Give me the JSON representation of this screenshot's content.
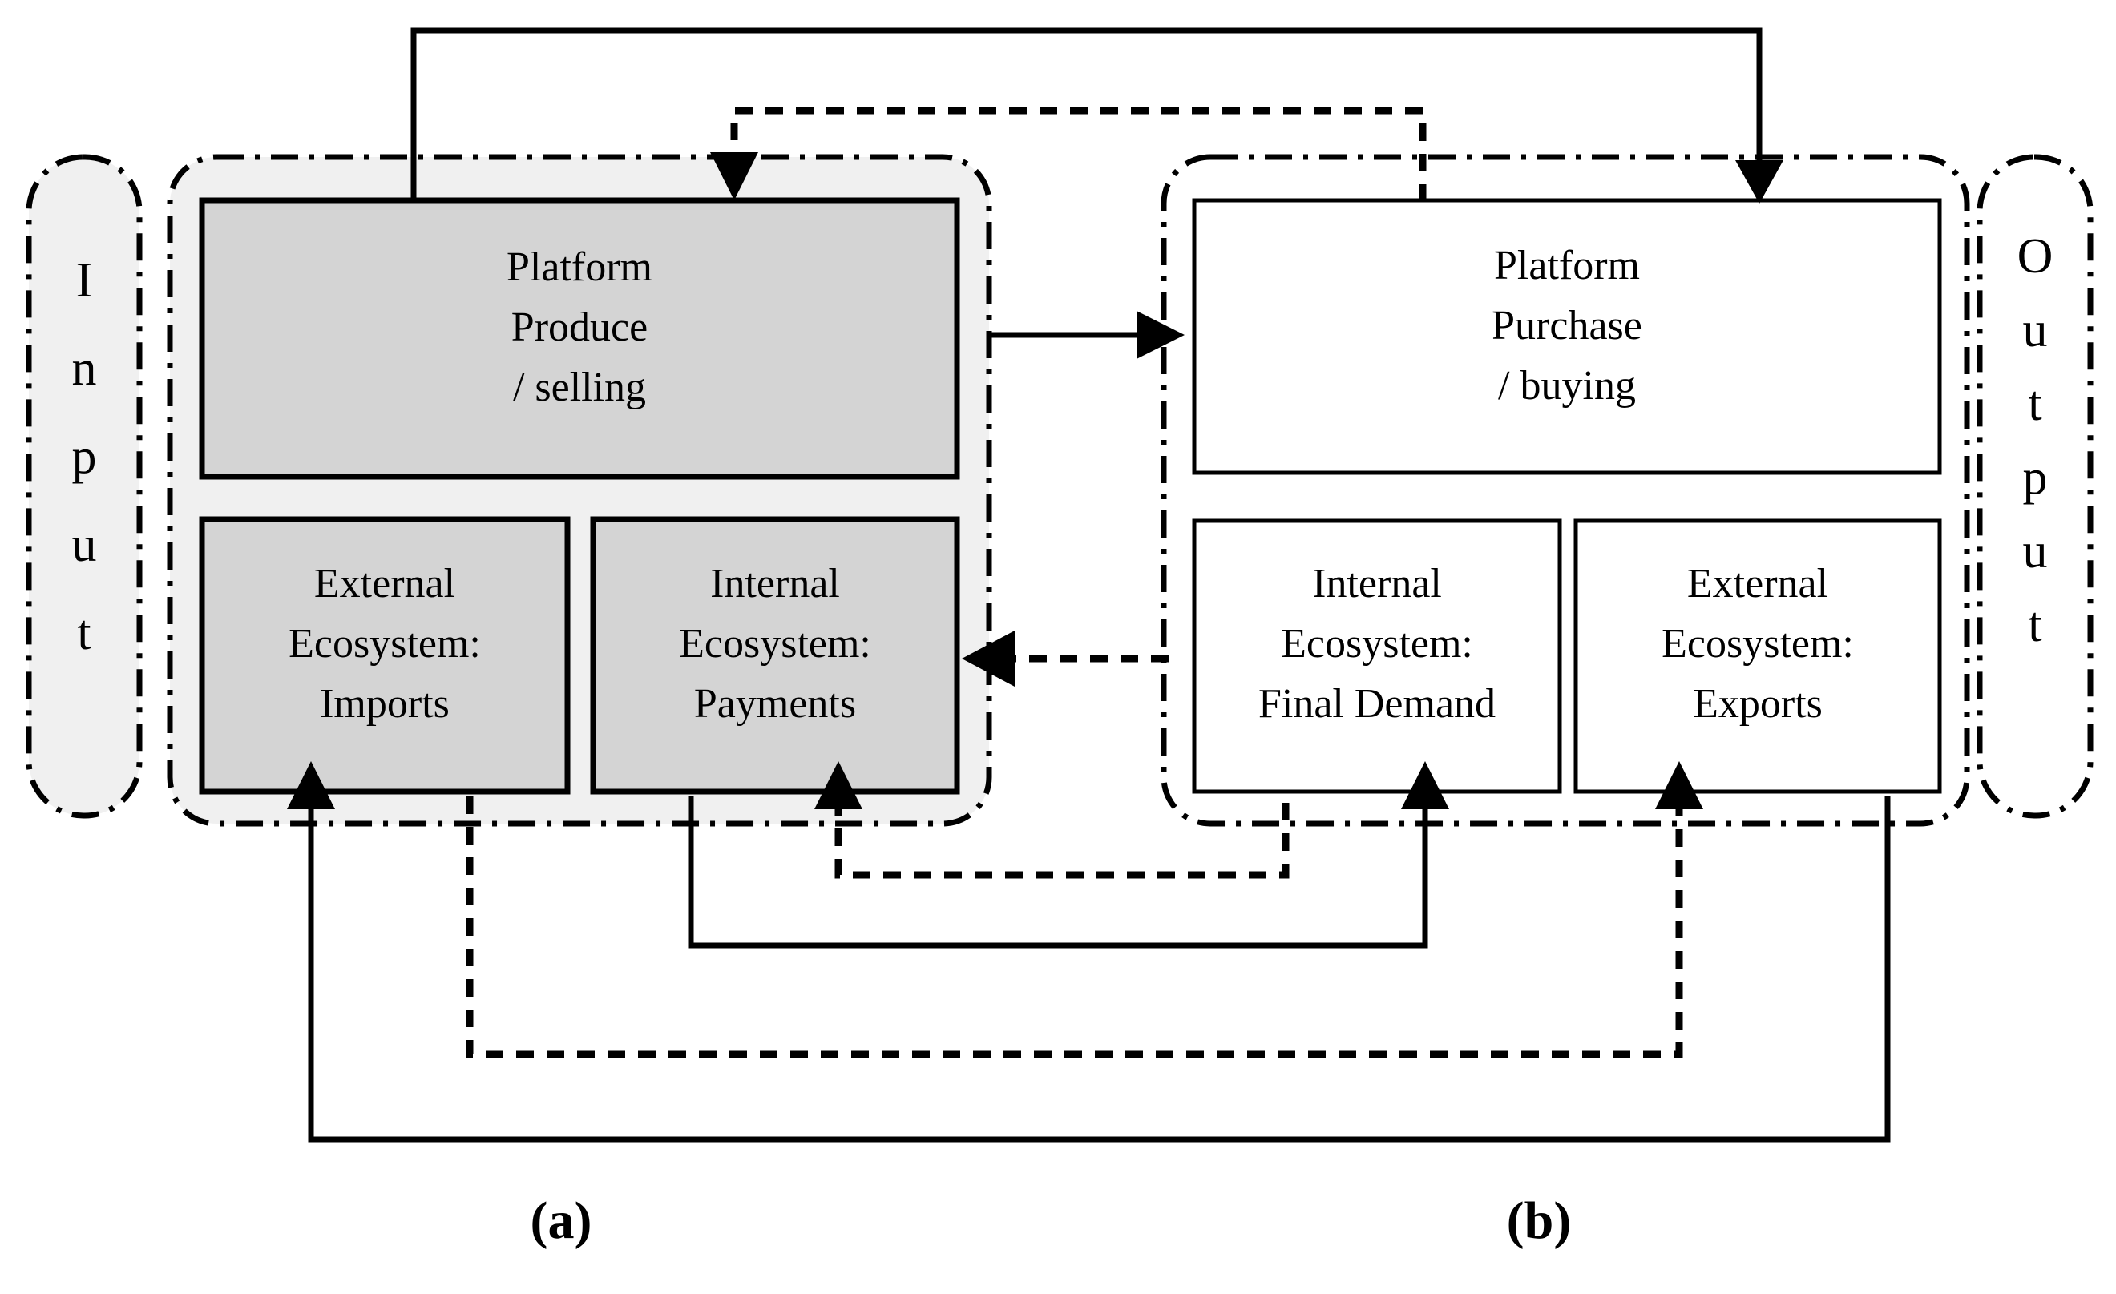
{
  "figure": {
    "title_absent": true,
    "panels": [
      {
        "id": "a",
        "caption": "(a)"
      },
      {
        "id": "b",
        "caption": "(b)"
      }
    ]
  },
  "io": {
    "input": {
      "letters": [
        "I",
        "n",
        "p",
        "u",
        "t"
      ],
      "label": "Input",
      "fill": "#f0f0f0"
    },
    "output": {
      "letters": [
        "O",
        "u",
        "t",
        "p",
        "u",
        "t"
      ],
      "label": "Output",
      "fill": "#ffffff"
    }
  },
  "panel_a": {
    "fill": "#f0f0f0",
    "nodes": [
      {
        "name": "platform-produce-selling",
        "fill": "#d4d4d4",
        "lines": [
          "Platform",
          "Produce",
          "/ selling"
        ]
      },
      {
        "name": "external-ecosystem-imports",
        "fill": "#d4d4d4",
        "lines": [
          "External",
          "Ecosystem:",
          "Imports"
        ]
      },
      {
        "name": "internal-ecosystem-payments",
        "fill": "#d4d4d4",
        "lines": [
          "Internal",
          "Ecosystem:",
          "Payments"
        ]
      }
    ]
  },
  "panel_b": {
    "fill": "#ffffff",
    "nodes": [
      {
        "name": "platform-purchase-buying",
        "fill": "#ffffff",
        "lines": [
          "Platform",
          "Purchase",
          "/ buying"
        ]
      },
      {
        "name": "internal-ecosystem-final-demand",
        "fill": "#ffffff",
        "lines": [
          "Internal",
          "Ecosystem:",
          "Final Demand"
        ]
      },
      {
        "name": "external-ecosystem-exports",
        "fill": "#ffffff",
        "lines": [
          "External",
          "Ecosystem:",
          "Exports"
        ]
      }
    ]
  },
  "connectors": [
    {
      "name": "produce-to-purchase",
      "style": "solid",
      "from": "platform-produce-selling",
      "to": "platform-purchase-buying"
    },
    {
      "name": "top-solid-feedback",
      "style": "solid",
      "from": "panel-a-top",
      "to": "platform-purchase-buying"
    },
    {
      "name": "top-dashed-feedback",
      "style": "dashed",
      "from": "panel-b-top",
      "to": "platform-produce-selling"
    },
    {
      "name": "final-demand-to-payments",
      "style": "dashed",
      "from": "internal-ecosystem-final-demand",
      "to": "internal-ecosystem-payments"
    },
    {
      "name": "payments-to-final-demand-bottom",
      "style": "solid",
      "from": "internal-ecosystem-payments",
      "to": "internal-ecosystem-final-demand"
    },
    {
      "name": "imports-dashed-to-exports",
      "style": "dashed",
      "from": "external-ecosystem-imports",
      "to": "external-ecosystem-exports"
    },
    {
      "name": "exports-solid-to-imports",
      "style": "solid",
      "from": "external-ecosystem-exports",
      "to": "external-ecosystem-imports"
    }
  ],
  "legend": {
    "line_styles": [
      "solid",
      "dashed",
      "dash-dot"
    ],
    "colors": {
      "node_fill_gray": "#d4d4d4",
      "group_fill_gray": "#f0f0f0",
      "stroke": "#000000"
    }
  }
}
